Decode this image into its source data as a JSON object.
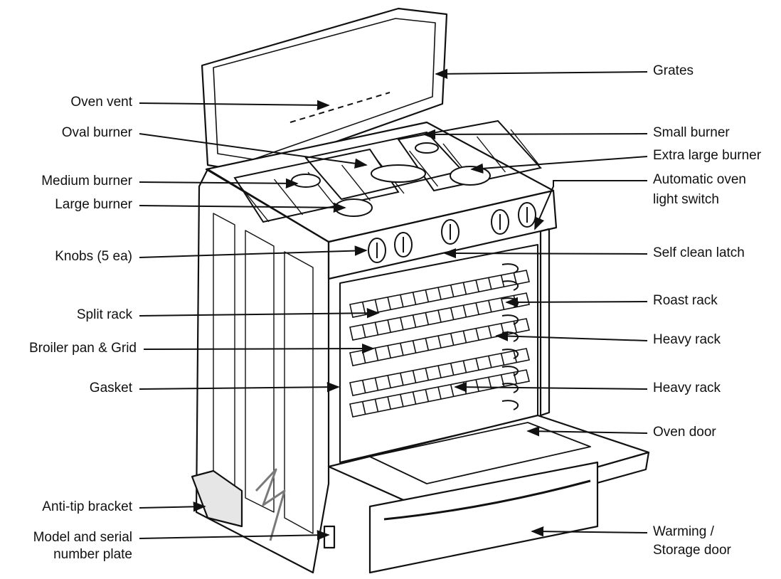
{
  "colors": {
    "ink": "#111111",
    "paper": "#ffffff",
    "shade": "#8a8a8a"
  },
  "labels": {
    "left": [
      {
        "key": "oven_vent",
        "text": "Oven vent"
      },
      {
        "key": "oval_burner",
        "text": "Oval burner"
      },
      {
        "key": "medium_burner",
        "text": "Medium burner"
      },
      {
        "key": "large_burner",
        "text": "Large burner"
      },
      {
        "key": "knobs",
        "text": "Knobs (5 ea)"
      },
      {
        "key": "split_rack",
        "text": "Split rack"
      },
      {
        "key": "broiler_pan",
        "text": "Broiler pan & Grid"
      },
      {
        "key": "gasket",
        "text": "Gasket"
      },
      {
        "key": "anti_tip",
        "text": "Anti-tip bracket"
      },
      {
        "key": "model_plate_1",
        "text": "Model and serial"
      },
      {
        "key": "model_plate_2",
        "text": "number plate"
      }
    ],
    "right": [
      {
        "key": "grates",
        "text": "Grates"
      },
      {
        "key": "small_burner",
        "text": "Small burner"
      },
      {
        "key": "xl_burner",
        "text": "Extra large burner"
      },
      {
        "key": "light_switch_1",
        "text": "Automatic oven"
      },
      {
        "key": "light_switch_2",
        "text": "light switch"
      },
      {
        "key": "self_clean",
        "text": "Self clean latch"
      },
      {
        "key": "roast_rack",
        "text": "Roast rack"
      },
      {
        "key": "heavy_rack_1",
        "text": "Heavy rack"
      },
      {
        "key": "heavy_rack_2",
        "text": "Heavy rack"
      },
      {
        "key": "oven_door",
        "text": "Oven door"
      },
      {
        "key": "warming_1",
        "text": "Warming /"
      },
      {
        "key": "warming_2",
        "text": "Storage door"
      }
    ]
  }
}
